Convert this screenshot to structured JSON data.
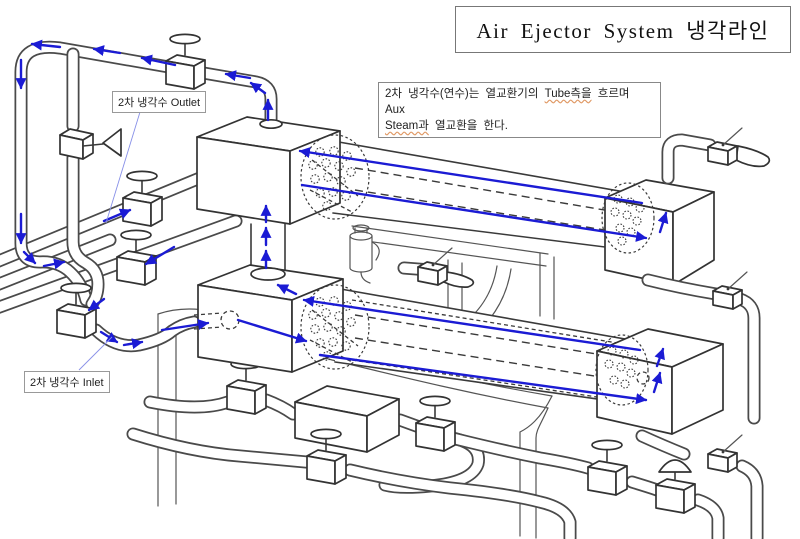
{
  "title": "Air Ejector System 냉각라인",
  "note": {
    "l1a": "2차 냉각수(연수)는 열교환기의",
    "l1b": "Tube측을",
    "l1c": "흐르며 Aux",
    "l2a": "Steam과",
    "l2b": "열교환을 한다."
  },
  "labels": {
    "outlet": "2차 냉각수 Outlet",
    "inlet": "2차 냉각수 Inlet"
  },
  "colors": {
    "flow_arrow": "#1b1bd4",
    "leader_line": "#8890e8",
    "drawing_line": "#3a3a3a",
    "wavy_underline": "#e09a66",
    "background": "#ffffff"
  }
}
